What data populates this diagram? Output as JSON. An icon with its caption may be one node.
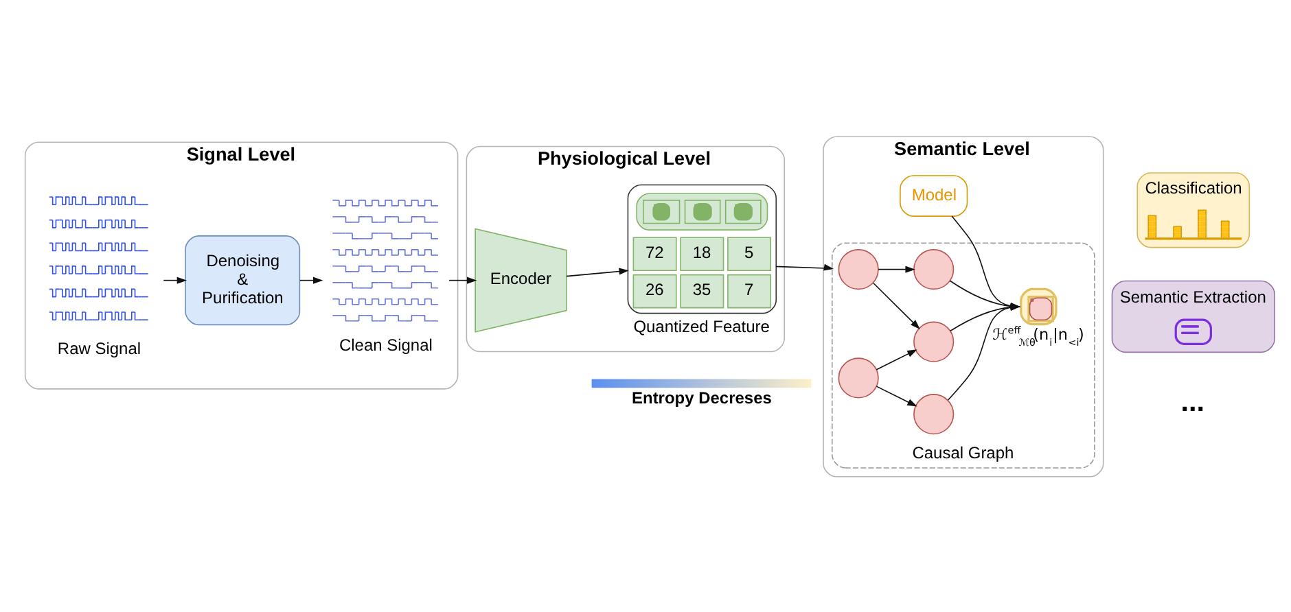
{
  "diagram": {
    "nodes": [
      {
        "text": [
          "Signal Level"
        ]
      },
      {
        "text": [
          "Raw Signal"
        ],
        "in": 0
      },
      {
        "text": [
          "Denoising & Purification"
        ],
        "in": 0
      },
      {
        "text": [
          "Clean Signal"
        ],
        "in": 0
      },
      {
        "text": [
          "Physiological Level"
        ]
      },
      {
        "text": [
          "Encoder"
        ],
        "in": 4
      },
      {
        "text": [
          "72",
          "18",
          "5",
          "26",
          "35",
          "7",
          "Quantized Feature"
        ],
        "in": 4
      },
      {
        "text": [
          "Semantic Level"
        ]
      },
      {
        "text": [
          "Model"
        ],
        "in": 7
      },
      {
        "text": [
          "Causal Graph"
        ],
        "in": 7
      },
      {
        "text": [],
        "shape": "circle",
        "in": 9
      },
      {
        "text": [],
        "shape": "circle",
        "in": 9
      },
      {
        "text": [],
        "shape": "circle",
        "in": 9
      },
      {
        "text": [],
        "shape": "circle",
        "in": 9
      },
      {
        "text": [],
        "shape": "circle",
        "in": 9
      },
      {
        "text": [
          "ℋ$^{eff}$$_{ℳθ}$(n$_{i}$|n$_{<i}$)"
        ],
        "in": 9
      },
      {
        "text": [
          "Classification"
        ]
      },
      {
        "text": [
          "Semantic Extraction"
        ]
      }
    ],
    "edges": [
      {
        "from": 1,
        "to": 2,
        "arrow": "to"
      },
      {
        "from": 2,
        "to": 3,
        "arrow": "to"
      },
      {
        "from": 3,
        "to": 5,
        "arrow": "to"
      },
      {
        "from": 5,
        "to": 6,
        "arrow": "to"
      },
      {
        "from": 6,
        "to": 9,
        "arrow": "to"
      },
      {
        "from": 10,
        "to": 12,
        "arrow": "to"
      },
      {
        "from": 10,
        "to": 13,
        "arrow": "to"
      },
      {
        "from": 11,
        "to": 13,
        "arrow": "to"
      },
      {
        "from": 11,
        "to": 14,
        "arrow": "to"
      },
      {
        "from": 12,
        "to": 15,
        "arrow": "to"
      },
      {
        "from": 13,
        "to": 15,
        "arrow": "to"
      },
      {
        "from": 14,
        "to": 15,
        "arrow": "to"
      },
      {
        "from": 8,
        "to": 15,
        "arrow": "to"
      }
    ],
    "labels": [
      "...",
      "Entropy Decreses"
    ]
  }
}
